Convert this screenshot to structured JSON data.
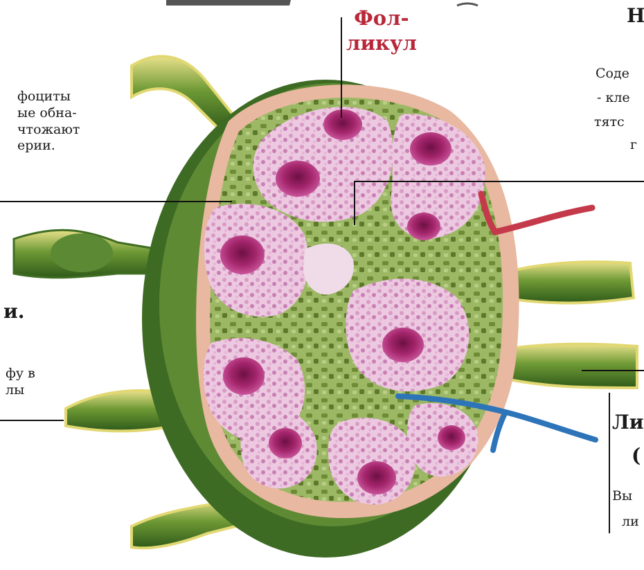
{
  "title": {
    "line1": "Фол-",
    "line2": "ликул"
  },
  "left_labels": {
    "lymphocytes": [
      "фоциты",
      "ые обна-",
      "чтожают",
      "ерии."
    ],
    "big_fragment": "и.",
    "lower": [
      "фу в",
      "лы"
    ]
  },
  "right_labels": {
    "top_big": "Н",
    "contents": [
      "Соде",
      "- кле",
      "тятс",
      "г"
    ],
    "lower_big": [
      "Ли",
      "("
    ],
    "lower_small": [
      "Вы",
      "ли"
    ]
  },
  "colors": {
    "title": "#b8283a",
    "tissue_green": "#5e7e2e",
    "capsule": "#e8b8a0",
    "follicle_pink": "#e8c3dc",
    "germinal_center": "#a3256b",
    "vein_blue": "#2d74b8",
    "artery_red": "#c43a4a",
    "lymph_vessel_yellow": "#d8cf7a"
  }
}
